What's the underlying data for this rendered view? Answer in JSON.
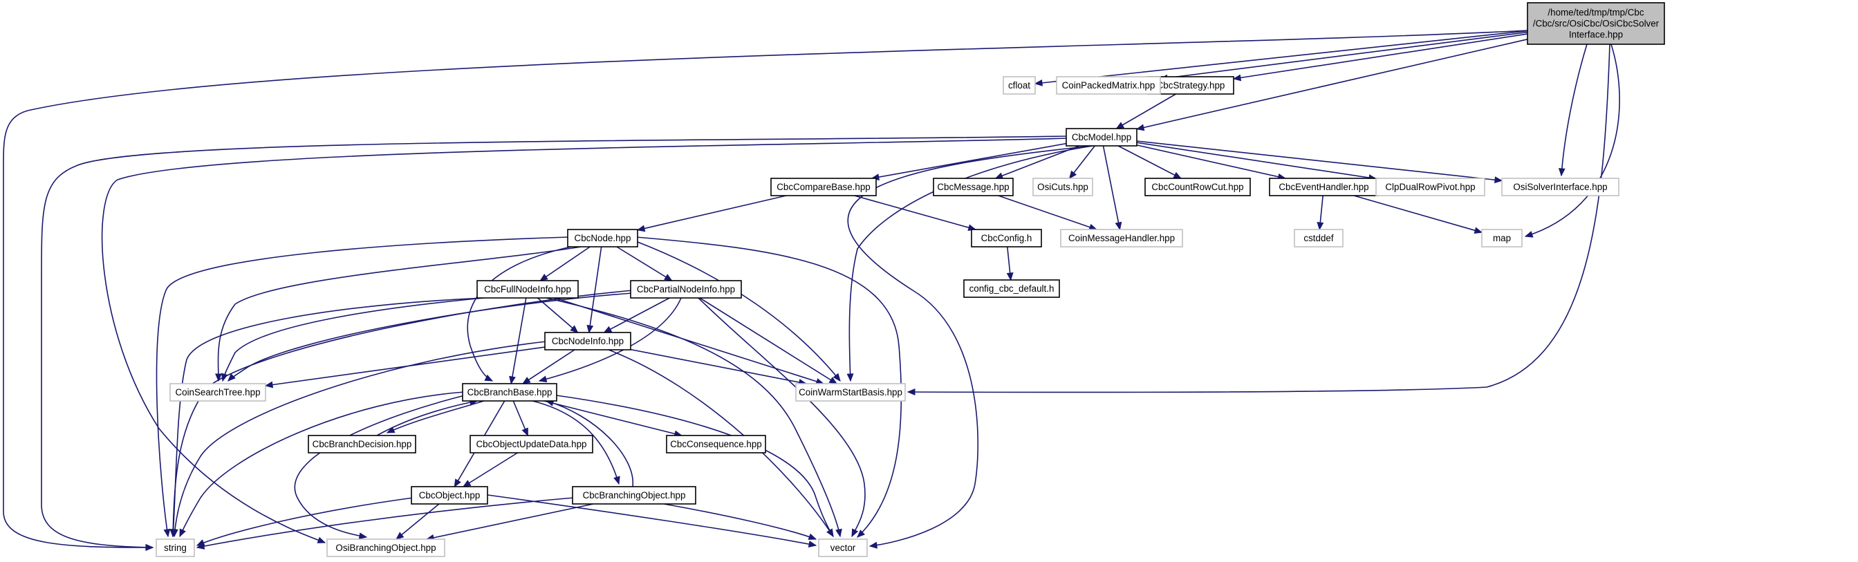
{
  "diagram": {
    "kind": "include-dependency-graph",
    "colors": {
      "edge": "#191970",
      "node_border": "#000000",
      "external_border": "#bfbfbf",
      "root_fill": "#bfbfbf",
      "background": "#ffffff"
    },
    "nodes": [
      {
        "id": "root",
        "lines": [
          "/home/ted/tmp/tmp/Cbc",
          "/Cbc/src/OsiCbc/OsiCbcSolver",
          "Interface.hpp"
        ],
        "style": "root"
      },
      {
        "id": "CbcStrategy",
        "lines": [
          "CbcStrategy.hpp"
        ],
        "style": "project"
      },
      {
        "id": "cfloat",
        "lines": [
          "cfloat"
        ],
        "style": "system"
      },
      {
        "id": "CoinPackedMatrix",
        "lines": [
          "CoinPackedMatrix.hpp"
        ],
        "style": "system"
      },
      {
        "id": "CbcModel",
        "lines": [
          "CbcModel.hpp"
        ],
        "style": "project"
      },
      {
        "id": "CbcCompareBase",
        "lines": [
          "CbcCompareBase.hpp"
        ],
        "style": "project"
      },
      {
        "id": "CbcMessage",
        "lines": [
          "CbcMessage.hpp"
        ],
        "style": "project"
      },
      {
        "id": "OsiCuts",
        "lines": [
          "OsiCuts.hpp"
        ],
        "style": "system"
      },
      {
        "id": "CbcCountRowCut",
        "lines": [
          "CbcCountRowCut.hpp"
        ],
        "style": "project"
      },
      {
        "id": "CbcEventHandler",
        "lines": [
          "CbcEventHandler.hpp"
        ],
        "style": "project"
      },
      {
        "id": "ClpDualRowPivot",
        "lines": [
          "ClpDualRowPivot.hpp"
        ],
        "style": "system"
      },
      {
        "id": "OsiSolverInterface",
        "lines": [
          "OsiSolverInterface.hpp"
        ],
        "style": "system"
      },
      {
        "id": "CbcNode",
        "lines": [
          "CbcNode.hpp"
        ],
        "style": "project"
      },
      {
        "id": "CbcConfig",
        "lines": [
          "CbcConfig.h"
        ],
        "style": "project"
      },
      {
        "id": "CoinMessageHandler",
        "lines": [
          "CoinMessageHandler.hpp"
        ],
        "style": "system"
      },
      {
        "id": "cstddef",
        "lines": [
          "cstddef"
        ],
        "style": "system"
      },
      {
        "id": "map",
        "lines": [
          "map"
        ],
        "style": "system"
      },
      {
        "id": "config_cbc_default",
        "lines": [
          "config_cbc_default.h"
        ],
        "style": "project"
      },
      {
        "id": "CbcFullNodeInfo",
        "lines": [
          "CbcFullNodeInfo.hpp"
        ],
        "style": "project"
      },
      {
        "id": "CbcPartialNodeInfo",
        "lines": [
          "CbcPartialNodeInfo.hpp"
        ],
        "style": "project"
      },
      {
        "id": "CbcNodeInfo",
        "lines": [
          "CbcNodeInfo.hpp"
        ],
        "style": "project"
      },
      {
        "id": "CoinSearchTree",
        "lines": [
          "CoinSearchTree.hpp"
        ],
        "style": "system"
      },
      {
        "id": "CoinWarmStartBasis",
        "lines": [
          "CoinWarmStartBasis.hpp"
        ],
        "style": "system"
      },
      {
        "id": "CbcBranchBase",
        "lines": [
          "CbcBranchBase.hpp"
        ],
        "style": "project"
      },
      {
        "id": "CbcBranchDecision",
        "lines": [
          "CbcBranchDecision.hpp"
        ],
        "style": "project"
      },
      {
        "id": "CbcObjectUpdateData",
        "lines": [
          "CbcObjectUpdateData.hpp"
        ],
        "style": "project"
      },
      {
        "id": "CbcConsequence",
        "lines": [
          "CbcConsequence.hpp"
        ],
        "style": "project"
      },
      {
        "id": "CbcObject",
        "lines": [
          "CbcObject.hpp"
        ],
        "style": "project"
      },
      {
        "id": "CbcBranchingObject",
        "lines": [
          "CbcBranchingObject.hpp"
        ],
        "style": "project"
      },
      {
        "id": "string",
        "lines": [
          "string"
        ],
        "style": "system"
      },
      {
        "id": "OsiBranchingObject",
        "lines": [
          "OsiBranchingObject.hpp"
        ],
        "style": "system"
      },
      {
        "id": "vector",
        "lines": [
          "vector"
        ],
        "style": "system"
      }
    ],
    "edges": [
      {
        "from": "root",
        "to": "string"
      },
      {
        "from": "root",
        "to": "CbcStrategy"
      },
      {
        "from": "root",
        "to": "CbcModel"
      },
      {
        "from": "root",
        "to": "cfloat"
      },
      {
        "from": "root",
        "to": "CoinPackedMatrix"
      },
      {
        "from": "root",
        "to": "OsiSolverInterface"
      },
      {
        "from": "root",
        "to": "map"
      },
      {
        "from": "root",
        "to": "CoinWarmStartBasis"
      },
      {
        "from": "CbcStrategy",
        "to": "CbcModel"
      },
      {
        "from": "CbcModel",
        "to": "string"
      },
      {
        "from": "CbcModel",
        "to": "OsiBranchingObject"
      },
      {
        "from": "CbcModel",
        "to": "vector"
      },
      {
        "from": "CbcModel",
        "to": "CbcCompareBase"
      },
      {
        "from": "CbcModel",
        "to": "CoinWarmStartBasis"
      },
      {
        "from": "CbcModel",
        "to": "CbcMessage"
      },
      {
        "from": "CbcModel",
        "to": "OsiCuts"
      },
      {
        "from": "CbcModel",
        "to": "CoinMessageHandler"
      },
      {
        "from": "CbcModel",
        "to": "CbcCountRowCut"
      },
      {
        "from": "CbcModel",
        "to": "CbcEventHandler"
      },
      {
        "from": "CbcModel",
        "to": "ClpDualRowPivot"
      },
      {
        "from": "CbcModel",
        "to": "OsiSolverInterface"
      },
      {
        "from": "CbcCompareBase",
        "to": "CbcNode"
      },
      {
        "from": "CbcCompareBase",
        "to": "CbcConfig"
      },
      {
        "from": "CbcMessage",
        "to": "CoinMessageHandler"
      },
      {
        "from": "CbcEventHandler",
        "to": "cstddef"
      },
      {
        "from": "CbcEventHandler",
        "to": "map"
      },
      {
        "from": "CbcConfig",
        "to": "config_cbc_default"
      },
      {
        "from": "CbcNode",
        "to": "string"
      },
      {
        "from": "CbcNode",
        "to": "CoinSearchTree"
      },
      {
        "from": "CbcNode",
        "to": "CbcFullNodeInfo"
      },
      {
        "from": "CbcNode",
        "to": "CbcPartialNodeInfo"
      },
      {
        "from": "CbcNode",
        "to": "CbcNodeInfo"
      },
      {
        "from": "CbcNode",
        "to": "CbcBranchBase"
      },
      {
        "from": "CbcNode",
        "to": "CoinWarmStartBasis"
      },
      {
        "from": "CbcNode",
        "to": "vector"
      },
      {
        "from": "CbcFullNodeInfo",
        "to": "string"
      },
      {
        "from": "CbcFullNodeInfo",
        "to": "CoinSearchTree"
      },
      {
        "from": "CbcFullNodeInfo",
        "to": "CbcNodeInfo"
      },
      {
        "from": "CbcFullNodeInfo",
        "to": "CbcBranchBase"
      },
      {
        "from": "CbcFullNodeInfo",
        "to": "CoinWarmStartBasis"
      },
      {
        "from": "CbcFullNodeInfo",
        "to": "vector"
      },
      {
        "from": "CbcPartialNodeInfo",
        "to": "string"
      },
      {
        "from": "CbcPartialNodeInfo",
        "to": "CoinSearchTree"
      },
      {
        "from": "CbcPartialNodeInfo",
        "to": "CbcNodeInfo"
      },
      {
        "from": "CbcPartialNodeInfo",
        "to": "CbcBranchBase"
      },
      {
        "from": "CbcPartialNodeInfo",
        "to": "CoinWarmStartBasis"
      },
      {
        "from": "CbcPartialNodeInfo",
        "to": "vector"
      },
      {
        "from": "CbcNodeInfo",
        "to": "string"
      },
      {
        "from": "CbcNodeInfo",
        "to": "CoinSearchTree"
      },
      {
        "from": "CbcNodeInfo",
        "to": "CbcBranchBase"
      },
      {
        "from": "CbcNodeInfo",
        "to": "CoinWarmStartBasis"
      },
      {
        "from": "CbcNodeInfo",
        "to": "vector"
      },
      {
        "from": "CbcBranchBase",
        "to": "string"
      },
      {
        "from": "CbcBranchBase",
        "to": "OsiBranchingObject"
      },
      {
        "from": "CbcBranchBase",
        "to": "CbcBranchDecision"
      },
      {
        "from": "CbcBranchBase",
        "to": "CbcObjectUpdateData"
      },
      {
        "from": "CbcBranchBase",
        "to": "CbcConsequence"
      },
      {
        "from": "CbcBranchBase",
        "to": "CbcObject"
      },
      {
        "from": "CbcBranchBase",
        "to": "CbcBranchingObject"
      },
      {
        "from": "CbcBranchBase",
        "to": "vector"
      },
      {
        "from": "CbcBranchDecision",
        "to": "CbcBranchBase"
      },
      {
        "from": "CbcObjectUpdateData",
        "to": "CbcObject"
      },
      {
        "from": "CbcBranchingObject",
        "to": "CbcBranchBase"
      },
      {
        "from": "CbcObject",
        "to": "string"
      },
      {
        "from": "CbcObject",
        "to": "OsiBranchingObject"
      },
      {
        "from": "CbcObject",
        "to": "vector"
      },
      {
        "from": "CbcBranchingObject",
        "to": "string"
      },
      {
        "from": "CbcBranchingObject",
        "to": "OsiBranchingObject"
      },
      {
        "from": "CbcBranchingObject",
        "to": "vector"
      }
    ]
  }
}
